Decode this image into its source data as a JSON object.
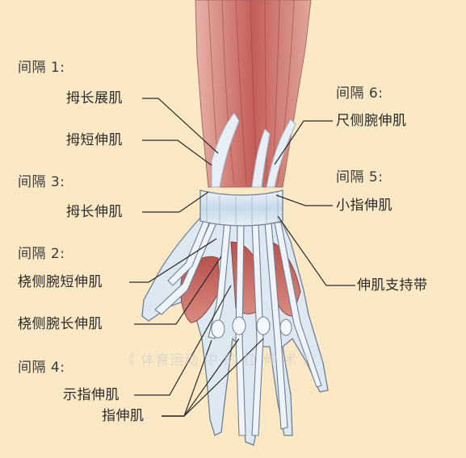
{
  "groups": {
    "g1": "间隔 1:",
    "g2": "间隔 2:",
    "g3": "间隔 3:",
    "g4": "间隔 4:",
    "g5": "间隔 5:",
    "g6": "间隔 6:"
  },
  "labels": {
    "apl": "拇长展肌",
    "epb": "拇短伸肌",
    "epl": "拇长伸肌",
    "ecrb": "桡侧腕短伸肌",
    "ecrl": "桡侧腕长伸肌",
    "eip": "示指伸肌",
    "ed": "指伸肌",
    "ecu": "尺侧腕伸肌",
    "edm": "小指伸肌",
    "retinaculum": "伸肌支持带"
  },
  "watermark": "《 体育运动 中 的 拉 伸 术 》",
  "colors": {
    "background": "#fbe9c6",
    "muscle": "#c9605c",
    "tendon": "#d7e6f2",
    "outline": "#6d5a5a"
  }
}
